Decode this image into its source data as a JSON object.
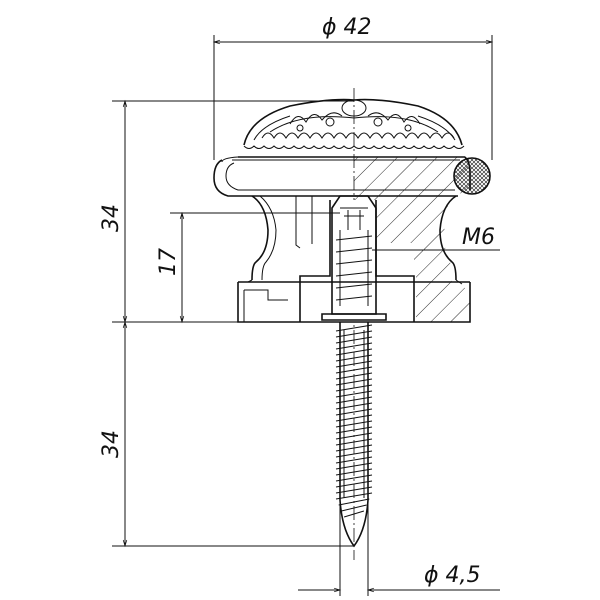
{
  "dimensions": {
    "diameter_top": "ϕ 42",
    "height_knob": "34",
    "height_base": "17",
    "thread": "M6",
    "height_screw": "34",
    "diameter_screw": "ϕ 4,5"
  },
  "colors": {
    "line": "#111111",
    "background": "#ffffff"
  }
}
